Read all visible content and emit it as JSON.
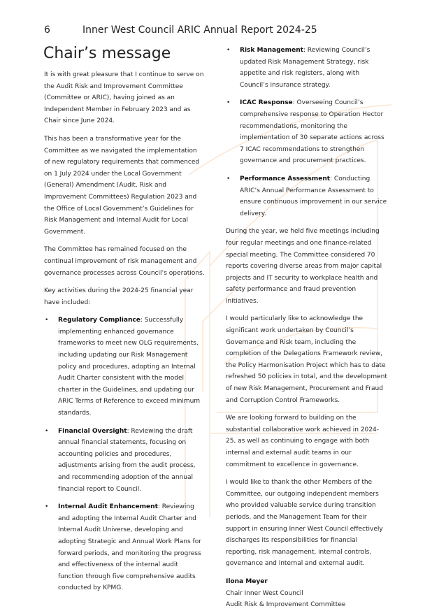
{
  "header": {
    "page_number": "6",
    "title": "Inner West Council ARIC Annual Report 2024-25"
  },
  "heading": "Chair’s message",
  "left": {
    "paragraphs": [
      "It is with great pleasure that I continue to serve on the Audit Risk and Improvement Committee (Committee or ARIC), having joined as an Independent Member in February 2023 and as Chair since June 2024.",
      "This has been a transformative year for the Committee as we navigated the implementation of new regulatory requirements that commenced on 1 July 2024 under the Local Government (General) Amendment (Audit, Risk and Improvement Committees) Regulation 2023 and the Office of Local Government’s Guidelines for Risk Management and Internal Audit for Local Government.",
      "The Committee has remained focused on the continual improvement of risk management and governance processes across Council’s operations.",
      "Key activities during the 2024-25 financial year have included:"
    ],
    "bullets": [
      {
        "title": "Regulatory Compliance",
        "text": ": Successfully implementing enhanced governance frameworks to meet new OLG requirements, including updating our Risk Management policy and procedures, adopting an Internal Audit Charter consistent with the model charter in the Guidelines, and updating our ARIC Terms of Reference to exceed minimum standards."
      },
      {
        "title": "Financial Oversight",
        "text": ": Reviewing the draft annual financial statements, focusing on accounting policies and procedures, adjustments arising from the audit process, and recommending adoption of the annual financial report to Council."
      },
      {
        "title": "Internal Audit Enhancement",
        "text": ": Reviewing and adopting the Internal Audit Charter and Internal Audit Universe, developing and adopting Strategic and Annual Work Plans for forward periods, and monitoring the progress and effectiveness of the internal audit function through five comprehensive audits conducted by KPMG."
      }
    ]
  },
  "right": {
    "bullets": [
      {
        "title": "Risk Management",
        "text": ": Reviewing Council’s updated Risk Management Strategy, risk appetite and risk registers, along with Council’s insurance strategy."
      },
      {
        "title": "ICAC Response",
        "text": ": Overseeing Council’s comprehensive response to Operation Hector recommendations, monitoring the implementation of 30 separate actions across 7 ICAC recommendations to strengthen governance and procurement practices."
      },
      {
        "title": "Performance Assessment",
        "text": ": Conducting ARIC’s Annual Performance Assessment to ensure continuous improvement in our service delivery."
      }
    ],
    "paragraphs": [
      "During the year, we held five meetings including four regular meetings and one finance-related special meeting. The Committee considered 70 reports covering diverse areas from major capital projects and IT security to workplace health and safety performance and fraud prevention initiatives.",
      "I would particularly like to acknowledge the significant work undertaken by Council’s Governance and Risk team, including the completion of the Delegations Framework review, the Policy Harmonisation Project which has to date refreshed 50 policies in total, and the development of new Risk Management, Procurement and Fraud and Corruption Control Frameworks.",
      "We are looking forward to building on the substantial collaborative work achieved in 2024-25, as well as continuing to engage with both internal and external audit teams in our commitment to excellence in governance.",
      "I would like to thank the other Members of the Committee, our outgoing independent members who provided valuable service during transition periods, and the Management Team for their support in ensuring Inner West Council effectively discharges its responsibilities for financial reporting, risk management, internal controls, governance and internal and external audit."
    ],
    "signature": {
      "name": "Ilona Meyer",
      "role": "Chair Inner West Council",
      "committee": "Audit Risk & Improvement Committee"
    }
  },
  "bullet_char": "•",
  "colors": {
    "watermark": "#fbe3cc"
  }
}
